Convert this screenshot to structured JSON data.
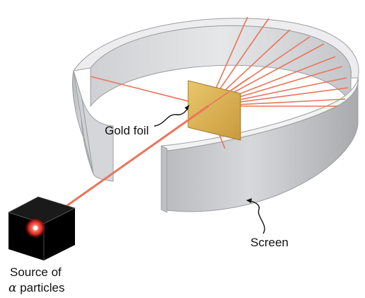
{
  "labels": {
    "gold_foil": "Gold foil",
    "screen": "Screen",
    "source_line1": "Source of",
    "source_alpha": "α",
    "source_line2_rest": " particles"
  },
  "colors": {
    "ray": "#e8765c",
    "beam": "#e8765c",
    "foil": "#d9b45a",
    "screen_outer": "#c7c8cc",
    "screen_inner": "#dcdde0",
    "screen_rim": "#ececee",
    "source_box": "#000000",
    "source_glow": "#ff3b2f"
  },
  "icons": {
    "source": "alpha-source-icon",
    "foil": "gold-foil-icon",
    "screen": "circular-screen-icon"
  }
}
